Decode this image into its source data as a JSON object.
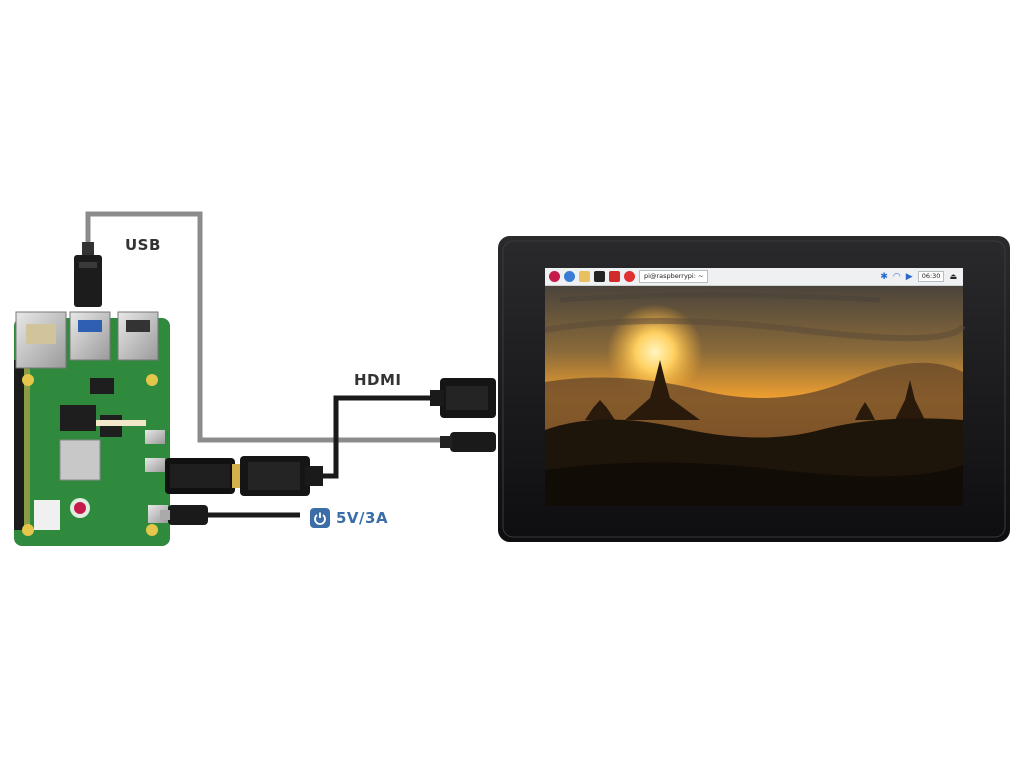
{
  "labels": {
    "usb": "USB",
    "hdmi": "HDMI",
    "power": "5V/3A"
  },
  "screen": {
    "taskbar": {
      "task_title": "pi@raspberrypi: ~",
      "clock": "06:30",
      "icons": [
        "raspberry-menu-icon",
        "web-browser-icon",
        "file-manager-icon",
        "terminal-icon",
        "mathematica-icon",
        "wolfram-icon"
      ],
      "tray_icons": [
        "bluetooth-icon",
        "wifi-icon",
        "volume-icon",
        "eject-icon"
      ]
    },
    "wallpaper": "sunset over temples"
  },
  "colors": {
    "pcb": "#2f8a3e",
    "cable_grey": "#8c8c8c",
    "cable_black": "#1a1a1a",
    "accent_power": "#3b6ea8"
  }
}
